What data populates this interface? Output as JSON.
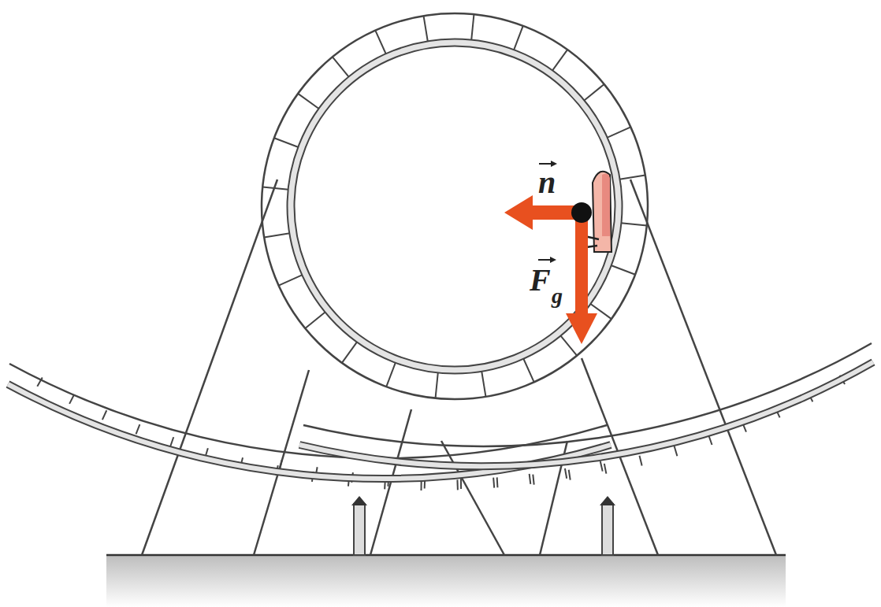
{
  "diagram": {
    "labels": [
      "n",
      "F",
      "g"
    ]
  }
}
